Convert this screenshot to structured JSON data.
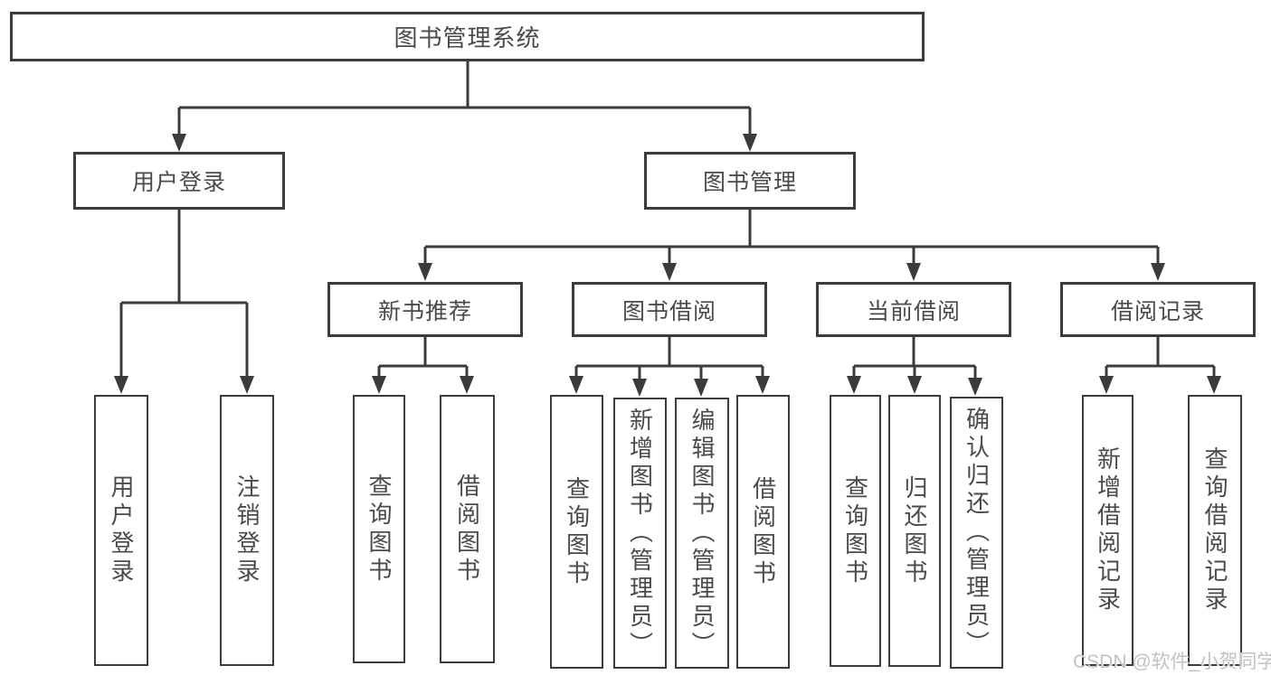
{
  "tree": {
    "root": {
      "label": "图书管理系统"
    },
    "children": [
      {
        "label": "用户登录",
        "children": [
          {
            "label": "用户登录"
          },
          {
            "label": "注销登录"
          }
        ]
      },
      {
        "label": "图书管理",
        "children": [
          {
            "label": "新书推荐",
            "children": [
              {
                "label": "查询图书"
              },
              {
                "label": "借阅图书"
              }
            ]
          },
          {
            "label": "图书借阅",
            "children": [
              {
                "label": "查询图书"
              },
              {
                "label": "新增图书（管理员）"
              },
              {
                "label": "编辑图书（管理员）"
              },
              {
                "label": "借阅图书"
              }
            ]
          },
          {
            "label": "当前借阅",
            "children": [
              {
                "label": "查询图书"
              },
              {
                "label": "归还图书"
              },
              {
                "label": "确认归还（管理员）"
              }
            ]
          },
          {
            "label": "借阅记录",
            "children": [
              {
                "label": "新增借阅记录"
              },
              {
                "label": "查询借阅记录"
              }
            ]
          }
        ]
      }
    ]
  },
  "watermark": {
    "text": "CSDN @软件_小贺同学"
  },
  "colors": {
    "line": "#3b3b3b",
    "box_border": "#3b3b3b",
    "box_fill": "#ffffff",
    "text": "#4a4a4a",
    "watermark": "#c2c2c2",
    "background": "#ffffff"
  }
}
